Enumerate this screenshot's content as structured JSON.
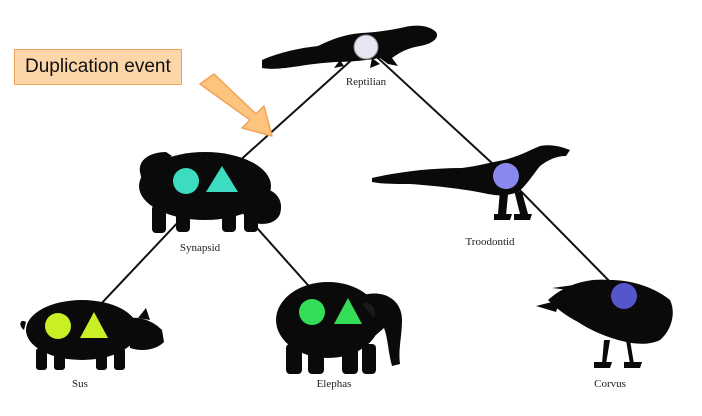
{
  "callout": {
    "text": "Duplication event"
  },
  "nodes": {
    "reptilian": {
      "label": "Reptilian",
      "animal": "iguana",
      "marker_color": "#e6e6f2"
    },
    "synapsid": {
      "label": "Synapsid",
      "animal": "hippo",
      "marker_colors": [
        "#3ddcc0",
        "#3ddcc0"
      ]
    },
    "troodontid": {
      "label": "Troodontid",
      "animal": "bird-like dinosaur",
      "marker_color": "#8888ee"
    },
    "sus": {
      "label": "Sus",
      "animal": "pig",
      "marker_colors": [
        "#c8f024",
        "#c8f024"
      ]
    },
    "elephas": {
      "label": "Elephas",
      "animal": "elephant",
      "marker_colors": [
        "#33dd55",
        "#33dd55"
      ]
    },
    "corvus": {
      "label": "Corvus",
      "animal": "crow",
      "marker_color": "#5555cc"
    }
  },
  "colors": {
    "branch": "#111111",
    "silhouette": "#0a0a0a",
    "arrow_fill": "#fcc47c",
    "arrow_stroke": "#f0a35c"
  }
}
